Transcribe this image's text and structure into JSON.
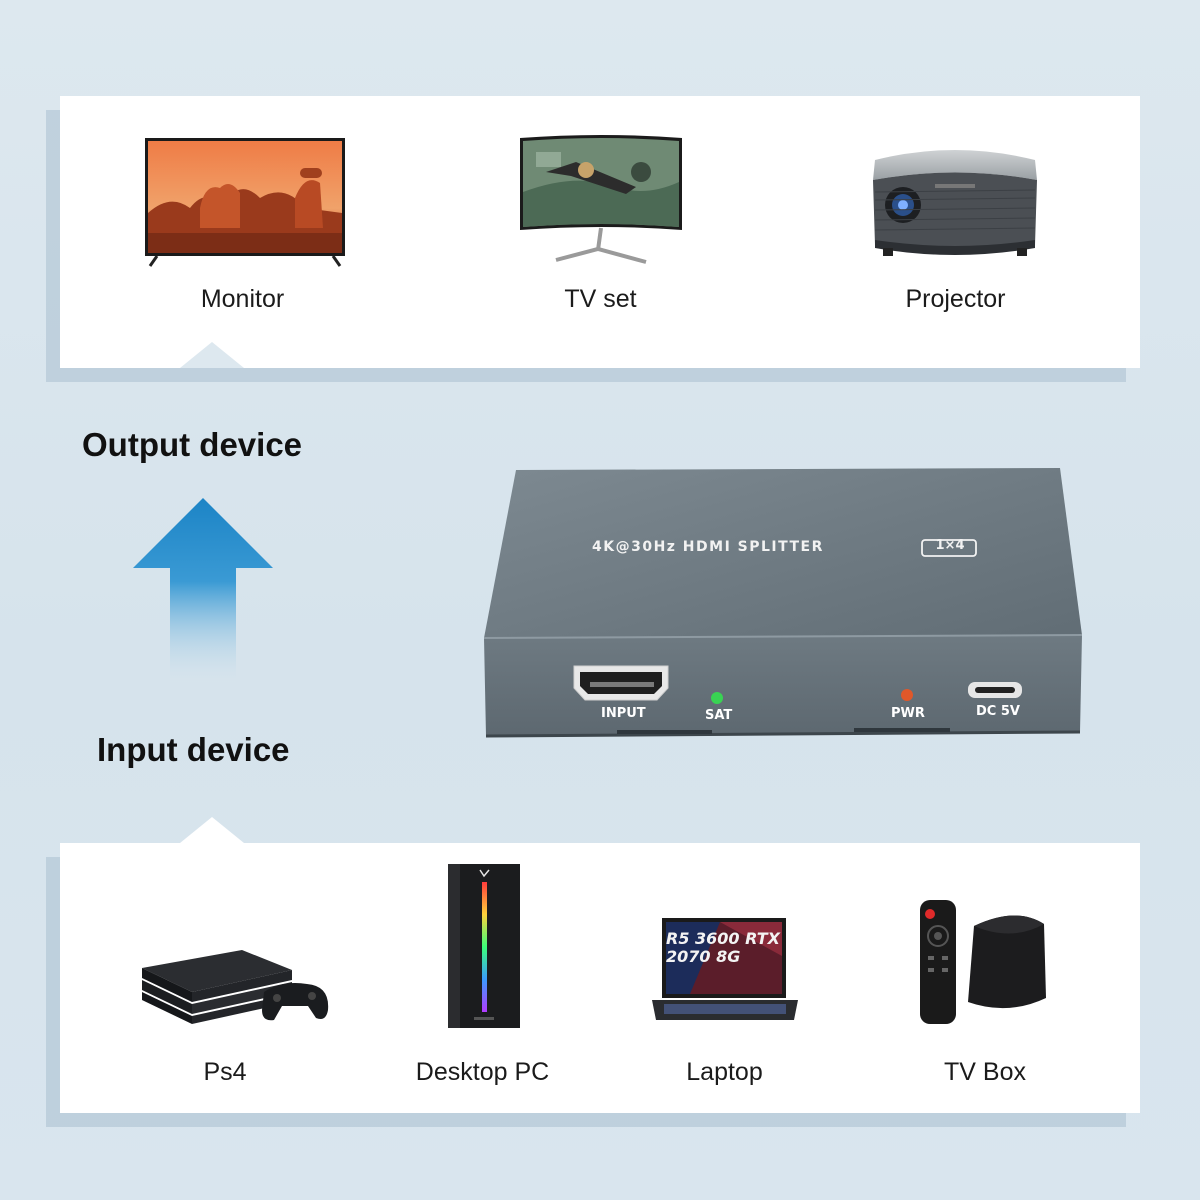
{
  "output": {
    "heading": "Output device",
    "devices": [
      {
        "label": "Monitor",
        "icon": "tv-icon"
      },
      {
        "label": "TV set",
        "icon": "monitor-icon"
      },
      {
        "label": "Projector",
        "icon": "projector-icon"
      }
    ]
  },
  "input": {
    "heading": "Input device",
    "devices": [
      {
        "label": "Ps4",
        "icon": "ps4-console-icon"
      },
      {
        "label": "Desktop PC",
        "icon": "desktop-pc-icon"
      },
      {
        "label": "Laptop",
        "icon": "laptop-icon"
      },
      {
        "label": "TV Box",
        "icon": "tv-box-icon"
      }
    ]
  },
  "splitter": {
    "title": "4K@30Hz HDMI SPLITTER",
    "badge": "1×4",
    "ports": {
      "input": "INPUT",
      "sat": "SAT",
      "pwr": "PWR",
      "dc": "DC 5V"
    },
    "laptop_screen_text": "R5 3600 RTX 2070 8G"
  },
  "colors": {
    "arrow": "#1c84c6",
    "splitter_body": "#6b7880",
    "sat_led": "#39d353",
    "pwr_led": "#e0582a"
  }
}
